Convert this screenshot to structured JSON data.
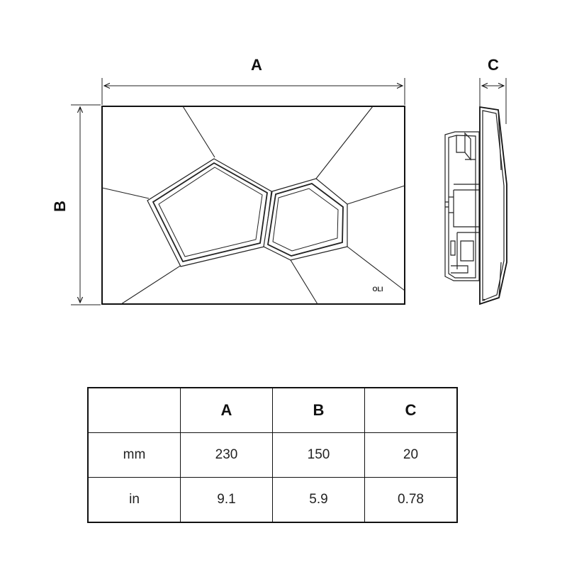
{
  "dimension_labels": {
    "width": "A",
    "height": "B",
    "depth": "C"
  },
  "logo": "OLI",
  "table": {
    "headers": [
      "",
      "A",
      "B",
      "C"
    ],
    "rows": [
      {
        "unit": "mm",
        "values": [
          "230",
          "150",
          "20"
        ]
      },
      {
        "unit": "in",
        "values": [
          "9.1",
          "5.9",
          "0.78"
        ]
      }
    ]
  },
  "colors": {
    "line": "#111111",
    "background": "#ffffff"
  }
}
